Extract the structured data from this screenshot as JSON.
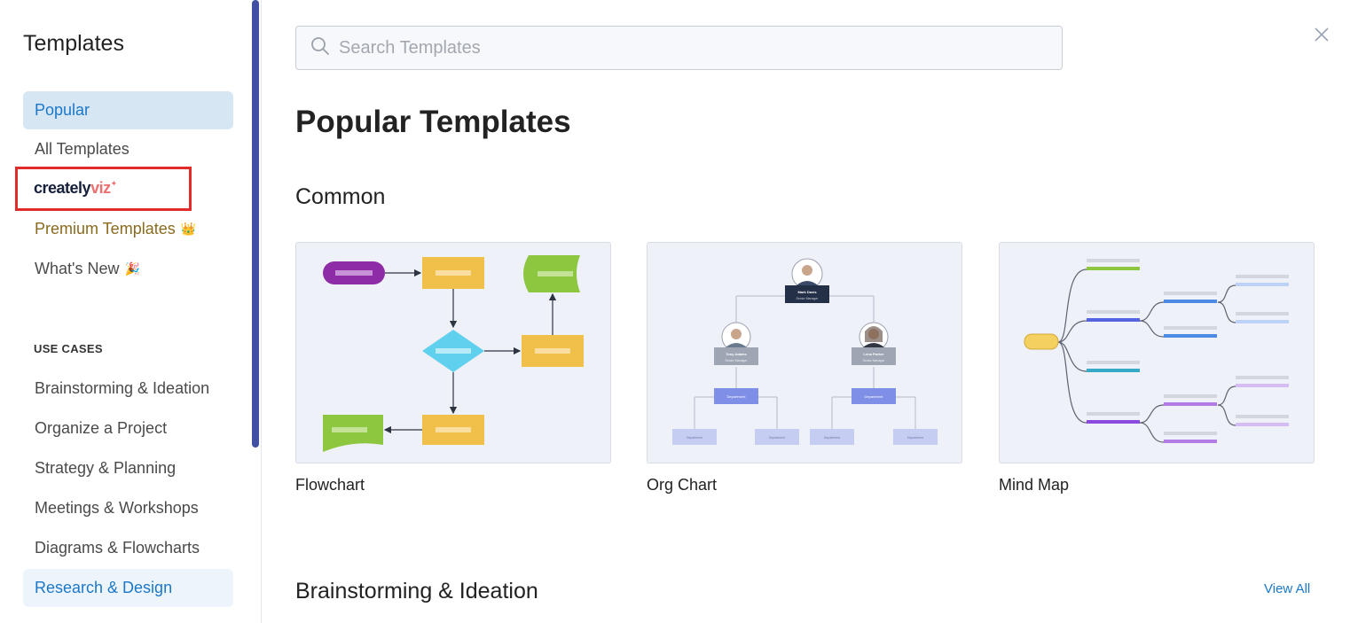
{
  "sidebar": {
    "title": "Templates",
    "items": [
      {
        "label": "Popular"
      },
      {
        "label": "All Templates"
      },
      {
        "logo_text_a": "creately",
        "logo_text_b": "viz"
      },
      {
        "label": "Premium Templates",
        "emoji": "👑"
      },
      {
        "label": "What's New",
        "emoji": "🎉"
      }
    ],
    "use_cases_label": "USE CASES",
    "use_cases": [
      {
        "label": "Brainstorming & Ideation"
      },
      {
        "label": "Organize a Project"
      },
      {
        "label": "Strategy & Planning"
      },
      {
        "label": "Meetings & Workshops"
      },
      {
        "label": "Diagrams & Flowcharts"
      },
      {
        "label": "Research & Design"
      }
    ]
  },
  "search": {
    "placeholder": "Search Templates"
  },
  "main": {
    "title": "Popular Templates",
    "sections": [
      {
        "title": "Common",
        "cards": [
          {
            "label": "Flowchart"
          },
          {
            "label": "Org Chart"
          },
          {
            "label": "Mind Map"
          }
        ]
      },
      {
        "title": "Brainstorming & Ideation",
        "view_all": "View All"
      }
    ]
  },
  "org_chart": {
    "top_name": "Mark Davis",
    "top_role": "Senior Manager",
    "left_name": "Tony Adams",
    "left_role": "Senior Manager",
    "right_name": "Lena Parker",
    "right_role": "Senior Manager",
    "dept": "Department"
  },
  "colors": {
    "accent": "#1b78c9",
    "active_bg": "#d6e6f3",
    "scrollbar": "#4250a3",
    "highlight": "#e12a2a"
  }
}
